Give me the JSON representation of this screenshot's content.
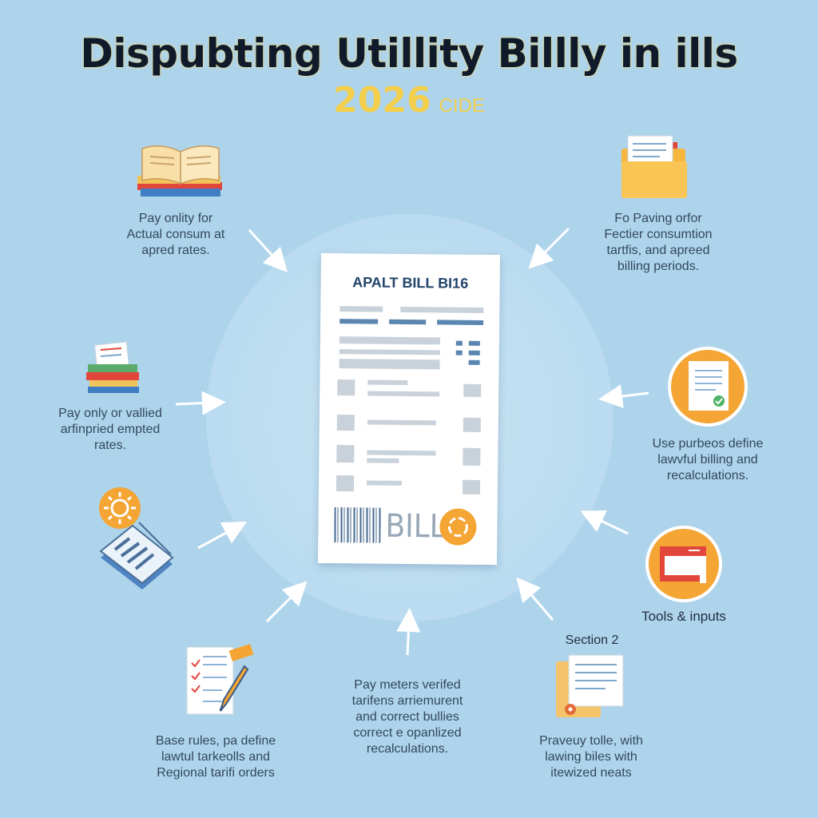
{
  "header": {
    "title": "Dispubting Utillity Billly in ills",
    "year": "2026",
    "subtitle_word": "CIDE"
  },
  "bill": {
    "title": "APALT BILL BI16",
    "word": "BILL"
  },
  "labels": {
    "top_left": "Pay onlity for\nActual consum at\napred rates.",
    "top_right": "Fo Paving orfor\nFectier consumtion\ntartfis, and apreed\nbilling periods.",
    "mid_left": "Pay only or vallied\narfinpried empted\nrates.",
    "mid_right": "Use purbeos define\nlawvful billing and\nrecalculations.",
    "tools": "Tools & inputs",
    "section": "Section 2",
    "bottom_center": "Pay meters verifed\ntarifens arriemurent\nand correct bullies\ncorrect e opanlized\nrecalculations.",
    "bottom_left": "Base rules, pa define\nlawtul tarkeolls and\nRegional tarifi orders",
    "bottom_right": "Praveuy tolle, with\nlawing biles with\nitewized neats"
  },
  "colors": {
    "background": "#aed4ec",
    "accent_orange": "#f4a534",
    "title_yellow": "#f3cf4b",
    "bill_blue": "#24456b"
  }
}
